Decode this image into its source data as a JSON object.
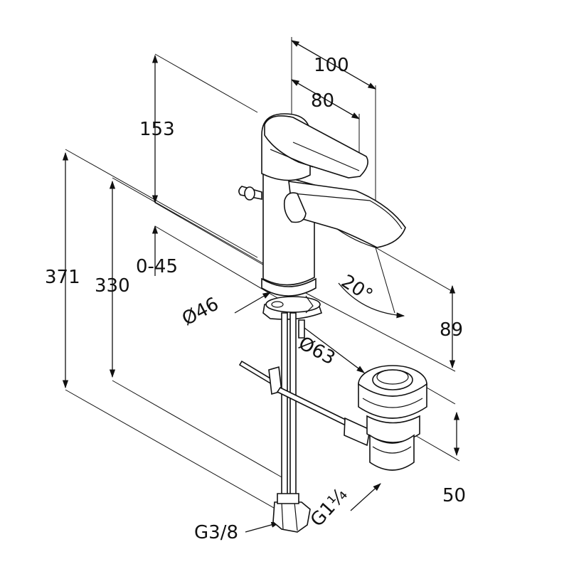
{
  "dimensions": {
    "width_total": "100",
    "width_spout": "80",
    "height_top": "153",
    "height_total": "371",
    "height_330": "330",
    "range": "0-45",
    "diameter_base": "Ø46",
    "diameter_plug": "Ø63",
    "angle": "20°",
    "height_spout": "89",
    "drain_height": "50",
    "thread_supply": "G3/8",
    "thread_drain": "G1¼"
  }
}
